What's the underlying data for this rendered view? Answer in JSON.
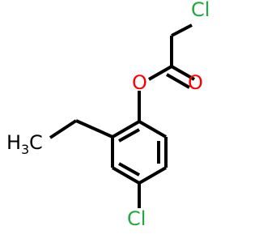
{
  "molecule": {
    "atoms": {
      "cl_top": "Cl",
      "o_ether": "O",
      "o_carbonyl": "O",
      "cl_bottom": "Cl",
      "methyl_h": "H",
      "methyl_sub": "3",
      "methyl_c": "C"
    },
    "colors": {
      "bond": "#000000",
      "chlorine": "#22a83e",
      "oxygen": "#ff0000",
      "carbon": "#000000"
    }
  }
}
